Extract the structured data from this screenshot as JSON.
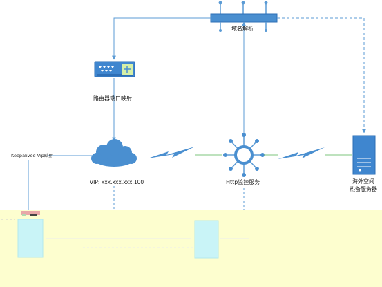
{
  "labels": {
    "dns": "域名解析",
    "router": "路由器端口映射",
    "keepalived": "Keepalived Vip映射",
    "vip": "VIP: xxx.xxx.xxx.100",
    "http_monitor": "Http监控服务",
    "backup_server_line1": "海外空间",
    "backup_server_line2": "热备服务器"
  },
  "colors": {
    "accent": "#4a8fd0",
    "dark_accent": "#2e6fb6",
    "line": "#5b9bd5",
    "bolt": "#4a8fd0",
    "green_line": "#7cc47c",
    "yellow_band": "#fdfecf",
    "cyan_box": "#c9f4f7"
  }
}
